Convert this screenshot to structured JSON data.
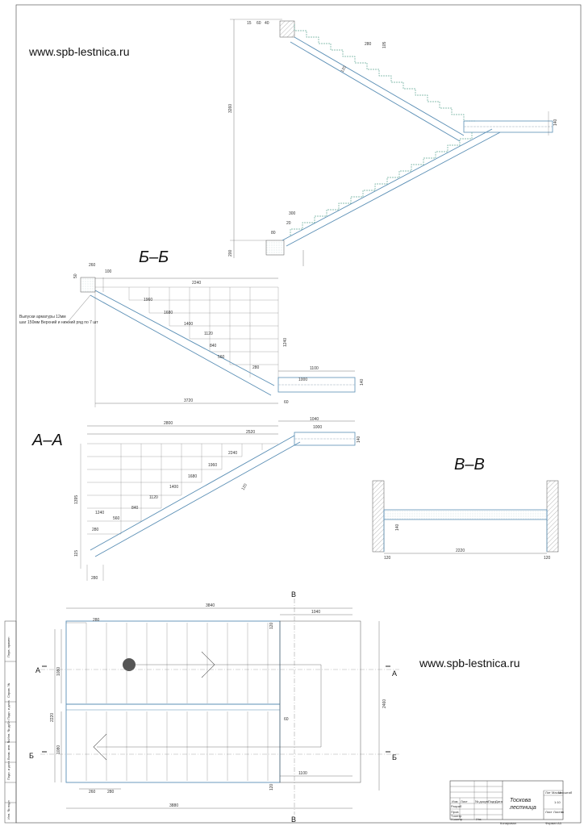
{
  "watermark_top": "www.spb-lestnica.ru",
  "watermark_bottom": "www.spb-lestnica.ru",
  "sections": {
    "bb": "Б–Б",
    "aa": "А–А",
    "vv": "В–В"
  },
  "markers": {
    "a_left": "А",
    "a_right": "А",
    "b_left": "Б",
    "b_right": "Б",
    "v_top": "В",
    "v_bottom": "В"
  },
  "note": {
    "line1": "Выпуски арматуры 12мм",
    "line2": "шаг 150мм Верхний и нижний ряд по 7 шт"
  },
  "dims": {
    "elev": {
      "d3260": "3260",
      "d280": "280",
      "d105": "105",
      "d120": "120",
      "d140": "140",
      "d300": "300",
      "d20": "20",
      "d200": "200",
      "d15": "15",
      "d60": "60",
      "d40": "40",
      "d80": "80"
    },
    "bb": {
      "d260": "260",
      "d100": "100",
      "d50": "50",
      "d2240": "2240",
      "d1960": "1960",
      "d1680": "1680",
      "d1400": "1400",
      "d1120": "1120",
      "d840": "840",
      "d560": "560",
      "d280": "280",
      "d1240": "1240",
      "d1100": "1100",
      "d1000": "1000",
      "d3720": "3720",
      "d60": "60",
      "d140": "140"
    },
    "aa": {
      "d2800": "2800",
      "d2520": "2520",
      "d1040": "1040",
      "d1000": "1000",
      "d140": "140",
      "d2240": "2240",
      "d1960": "1960",
      "d1680": "1680",
      "d1400": "1400",
      "d1120": "1120",
      "d840": "840",
      "d560": "560",
      "d280": "280",
      "d1240": "1240",
      "d1395": "1395",
      "d115": "115",
      "d280b": "280",
      "d120": "120"
    },
    "vv": {
      "d140": "140",
      "d2220": "2220",
      "d120a": "120",
      "d120b": "120"
    },
    "plan": {
      "d3840": "3840",
      "d1040": "1040",
      "d280": "280",
      "d1080a": "1080",
      "d1080b": "1080",
      "d2220": "2220",
      "d2460": "2460",
      "d60": "60",
      "d1100": "1100",
      "d260": "260",
      "d280b": "280",
      "d3880": "3880",
      "d120a": "120",
      "d120b": "120"
    }
  },
  "title_block": {
    "name_line1": "Тоскова",
    "name_line2": "лестница",
    "scale": "1:10",
    "format_label": "Формат",
    "format_value": "А3",
    "copied_label": "Копировал",
    "headers": {
      "lit": "Лит",
      "mass": "Масса",
      "scale": "Масштаб",
      "sheet": "Лист",
      "sheets": "Листов",
      "sheets_value": "1"
    },
    "rows": {
      "izm": "Изм",
      "list": "Лист",
      "ndoc": "№ докум",
      "podp": "Подп",
      "data": "Дата",
      "razrab": "Разраб",
      "prov": "Пров",
      "tkontr": "Т.контр",
      "nkontr": "Н.контр",
      "utv": "Утв"
    }
  },
  "side_stamp": {
    "a": "Перв. примен",
    "b": "Справ. №",
    "c": "Подп. и дата",
    "d": "Инв. № дубл",
    "e": "Взам. инв. №",
    "f": "Подп. и дата",
    "g": "Инв. № подл"
  }
}
